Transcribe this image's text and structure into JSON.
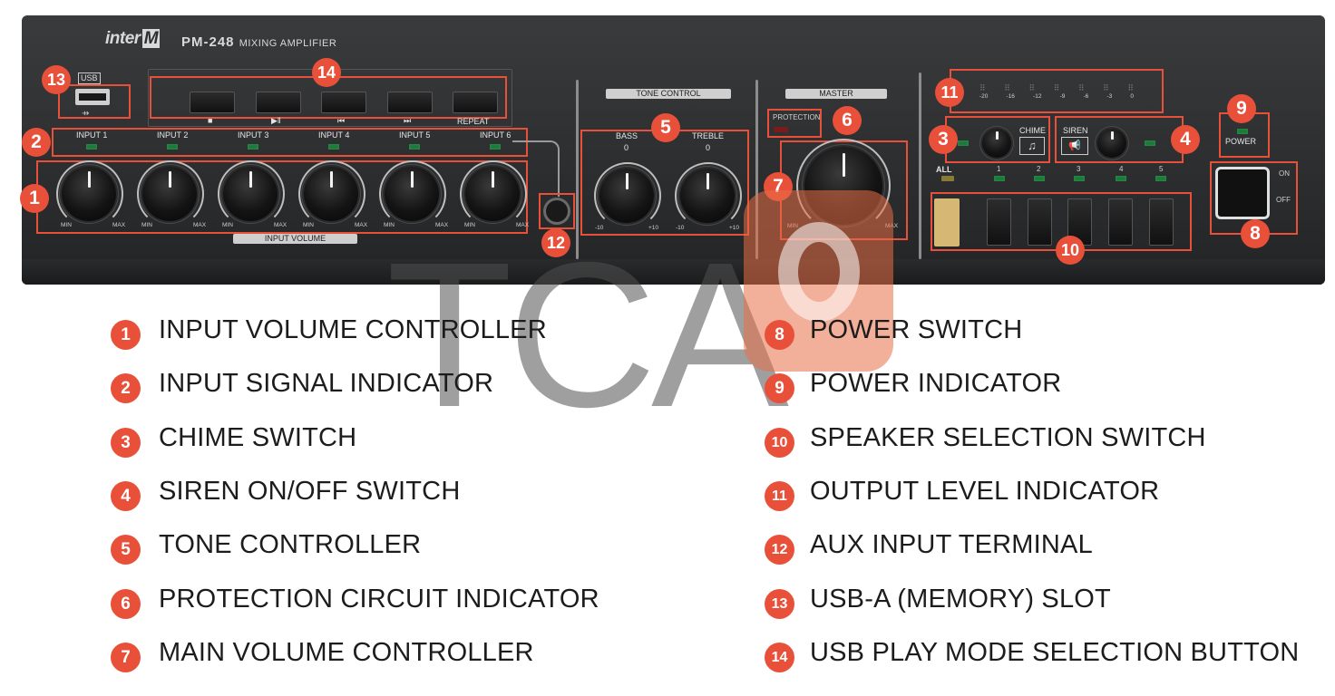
{
  "panel": {
    "brand": "inter",
    "brand_mark": "M",
    "model": "PM-248",
    "subtitle": "MIXING AMPLIFIER",
    "usb_label": "USB",
    "usb_buttons": [
      "■",
      "▶‖",
      "⏮",
      "⏭",
      "REPEAT"
    ],
    "inputs": [
      "INPUT 1",
      "INPUT 2",
      "INPUT 3",
      "INPUT 4",
      "INPUT 5",
      "INPUT 6"
    ],
    "knob_min": "MIN",
    "knob_max": "MAX",
    "input_volume_label": "INPUT VOLUME",
    "tone_control_label": "TONE CONTROL",
    "bass_label": "BASS",
    "treble_label": "TREBLE",
    "tone_zero": "0",
    "tone_min": "-10",
    "tone_max": "+10",
    "master_label": "MASTER",
    "protection_label": "PROTECTION",
    "level_marks": [
      "-20",
      "-16",
      "-12",
      "-9",
      "-6",
      "-3",
      "0"
    ],
    "chime_label": "CHIME",
    "siren_label": "SIREN",
    "speaker_all": "ALL",
    "speaker_numbers": [
      "1",
      "2",
      "3",
      "4",
      "5"
    ],
    "power_label": "POWER",
    "on_label": "ON",
    "off_label": "OFF"
  },
  "callouts": [
    "1",
    "2",
    "3",
    "4",
    "5",
    "6",
    "7",
    "8",
    "9",
    "10",
    "11",
    "12",
    "13",
    "14"
  ],
  "legend_left": [
    {
      "num": "1",
      "text": "INPUT VOLUME CONTROLLER"
    },
    {
      "num": "2",
      "text": "INPUT SIGNAL INDICATOR"
    },
    {
      "num": "3",
      "text": "CHIME SWITCH"
    },
    {
      "num": "4",
      "text": "SIREN ON/OFF SWITCH"
    },
    {
      "num": "5",
      "text": "TONE CONTROLLER"
    },
    {
      "num": "6",
      "text": "PROTECTION CIRCUIT INDICATOR"
    },
    {
      "num": "7",
      "text": "MAIN VOLUME CONTROLLER"
    }
  ],
  "legend_right": [
    {
      "num": "8",
      "text": "POWER SWITCH"
    },
    {
      "num": "9",
      "text": "POWER INDICATOR"
    },
    {
      "num": "10",
      "text": "SPEAKER SELECTION SWITCH"
    },
    {
      "num": "11",
      "text": "OUTPUT LEVEL INDICATOR"
    },
    {
      "num": "12",
      "text": "AUX INPUT TERMINAL"
    },
    {
      "num": "13",
      "text": "USB-A (MEMORY) SLOT"
    },
    {
      "num": "14",
      "text": "USB PLAY MODE SELECTION BUTTON"
    }
  ],
  "watermark": "TCA",
  "colors": {
    "callout": "#e8503a",
    "panel": "#2e2f31",
    "led_green": "#1f7a3c"
  }
}
